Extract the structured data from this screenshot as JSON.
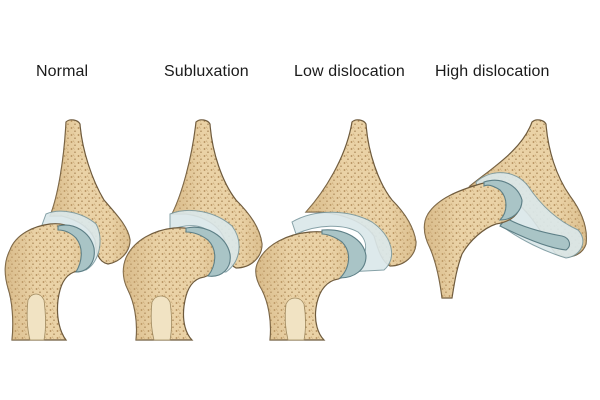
{
  "stages": [
    {
      "label": "Normal"
    },
    {
      "label": "Subluxation"
    },
    {
      "label": "Low dislocation"
    },
    {
      "label": "High dislocation"
    }
  ],
  "colors": {
    "bone": "#ead2a6",
    "bone_shadow": "#caa873",
    "trabecular": "#8a6d45",
    "cartilage": "#a9c4c6",
    "capsule": "#dbe8ea",
    "outline": "#6e5a3c"
  }
}
